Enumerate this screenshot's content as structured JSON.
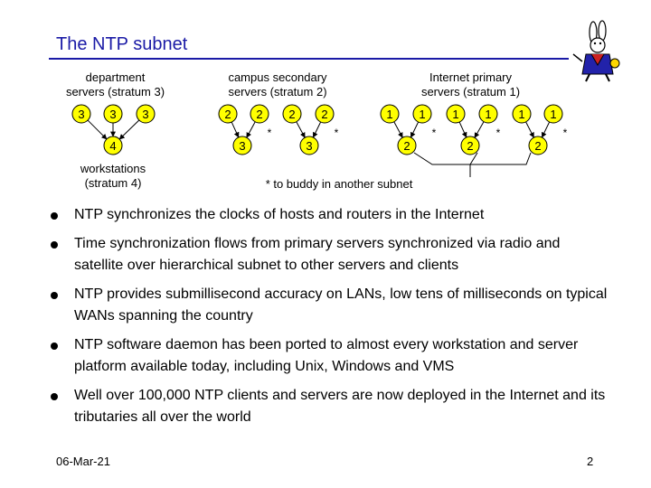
{
  "slide": {
    "title": "The NTP subnet",
    "footer_date": "06-Mar-21",
    "page_number": "2",
    "accent_color": "#1a1aa6"
  },
  "diagram": {
    "group_labels": {
      "department": "department\nservers (stratum 3)",
      "campus": "campus secondary\nservers (stratum 2)",
      "internet": "Internet primary\nservers (stratum 1)",
      "workstations": "workstations\n(stratum 4)",
      "buddy_note": "* to buddy in another subnet"
    },
    "nodes": {
      "dept": [
        "3",
        "3",
        "3"
      ],
      "workstation": "4",
      "campus": [
        "2",
        "2",
        "2",
        "2"
      ],
      "campus_lower": [
        "3",
        "3"
      ],
      "primary": [
        "1",
        "1",
        "1",
        "1",
        "1",
        "1"
      ],
      "primary_lower": [
        "2",
        "2",
        "2"
      ]
    },
    "star": "*"
  },
  "bullets": [
    "NTP synchronizes the clocks of hosts and routers in the Internet",
    "Time synchronization flows from primary servers synchronized via radio and satellite over hierarchical subnet to other servers and clients",
    "NTP provides submillisecond accuracy on LANs, low tens of milliseconds on typical WANs spanning the country",
    "NTP software daemon has been ported to almost every workstation and server platform available today, including Unix, Windows and VMS",
    "Well over 100,000 NTP clients and servers are now deployed in the Internet and its tributaries all over the world"
  ]
}
